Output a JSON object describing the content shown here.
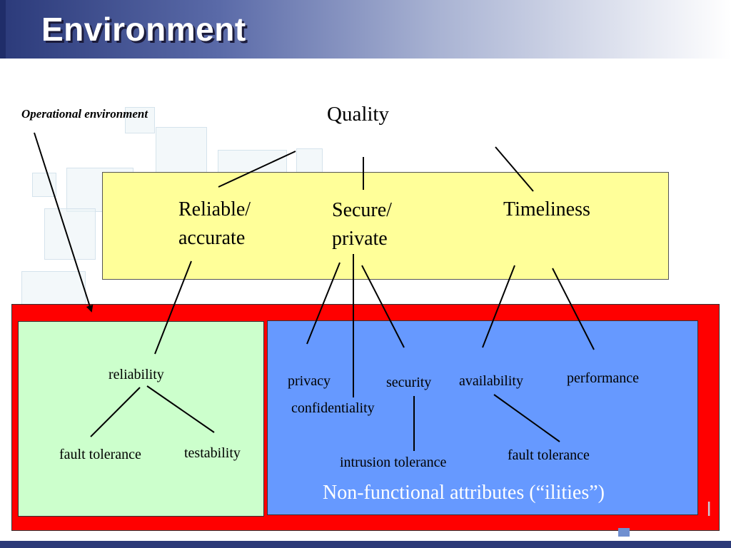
{
  "slide": {
    "title": "Environment",
    "operational_label": "Operational environment",
    "root": "Quality",
    "categories": {
      "reliable": [
        "Reliable/",
        "accurate"
      ],
      "secure": [
        "Secure/",
        "private"
      ],
      "timeliness": "Timeliness"
    },
    "attributes": {
      "reliability": "reliability",
      "fault_tolerance_left": "fault tolerance",
      "testability": "testability",
      "privacy": "privacy",
      "confidentiality": "confidentiality",
      "security": "security",
      "intrusion_tolerance": "intrusion tolerance",
      "availability": "availability",
      "performance": "performance",
      "fault_tolerance_right": "fault tolerance"
    },
    "caption": "Non-functional attributes (“ilities”)"
  },
  "colors": {
    "yellow_box": "#ffff99",
    "red_frame": "#ff0000",
    "green_box": "#ccffcc",
    "blue_box": "#6699ff",
    "caption_text": "#ffffff"
  }
}
